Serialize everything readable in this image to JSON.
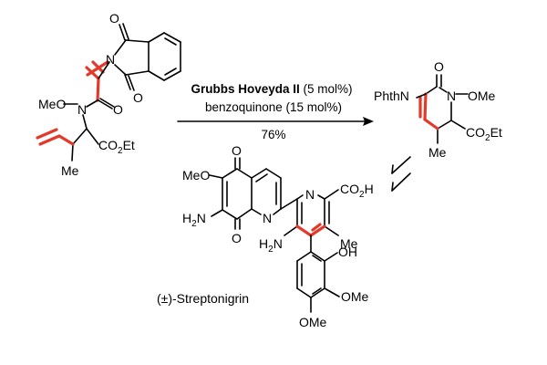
{
  "reaction": {
    "catalyst": "Grubbs Hoveyda II",
    "catalyst_loading": "(5 mol%)",
    "additive": "benzoquinone (15 mol%)",
    "yield": "76%"
  },
  "starting_material": {
    "atoms": {
      "O1": "O",
      "N_imide": "N",
      "O2": "O",
      "methoxy": "MeO",
      "N_amide": "N",
      "O3": "O",
      "ester": "CO",
      "ester_sub": "2",
      "ester_tail": "Et",
      "methyl": "Me"
    }
  },
  "product": {
    "atoms": {
      "phthn": "PhthN",
      "O": "O",
      "N": "N",
      "ome": "OMe",
      "ester": "CO",
      "ester_sub": "2",
      "ester_tail": "Et",
      "methyl": "Me"
    }
  },
  "target": {
    "name": "(±)-Streptonigrin",
    "atoms": {
      "O_top": "O",
      "meo": "MeO",
      "h2n_left": "H",
      "h2n_left_sub": "2",
      "h2n_left_tail": "N",
      "O_bottom": "O",
      "N_quin": "N",
      "N_pyr": "N",
      "acid": "CO",
      "acid_sub": "2",
      "acid_tail": "H",
      "h2n_mid": "H",
      "h2n_mid_sub": "2",
      "h2n_mid_tail": "N",
      "me": "Me",
      "oh": "OH",
      "ome1": "OMe",
      "ome2": "OMe"
    }
  },
  "colors": {
    "highlight": "#e2392a",
    "ink": "#000000"
  }
}
